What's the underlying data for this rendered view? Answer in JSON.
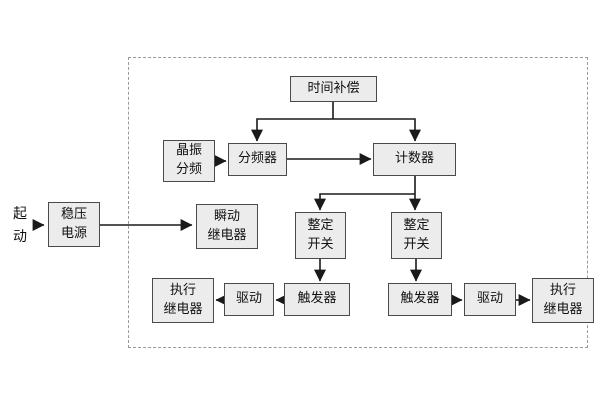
{
  "diagram": {
    "start_label": "起\n动",
    "blocks": {
      "power_supply": "稳压\n电源",
      "time_compensation": "时间补偿",
      "crystal_divider": "晶振\n分频",
      "frequency_divider": "分频器",
      "counter": "计数器",
      "instant_relay": "瞬动\n继电器",
      "setting_switch_left": "整定\n开关",
      "setting_switch_right": "整定\n开关",
      "trigger_left": "触发器",
      "trigger_right": "触发器",
      "drive_left": "驱动",
      "drive_right": "驱动",
      "exec_relay_left": "执行\n继电器",
      "exec_relay_right": "执行\n继电器"
    },
    "colors": {
      "box_fill": "#ececec",
      "box_border": "#4a4a4a",
      "connector": "#1a1a1a",
      "dashed_border": "#9a9a9a",
      "background": "#ffffff"
    }
  }
}
